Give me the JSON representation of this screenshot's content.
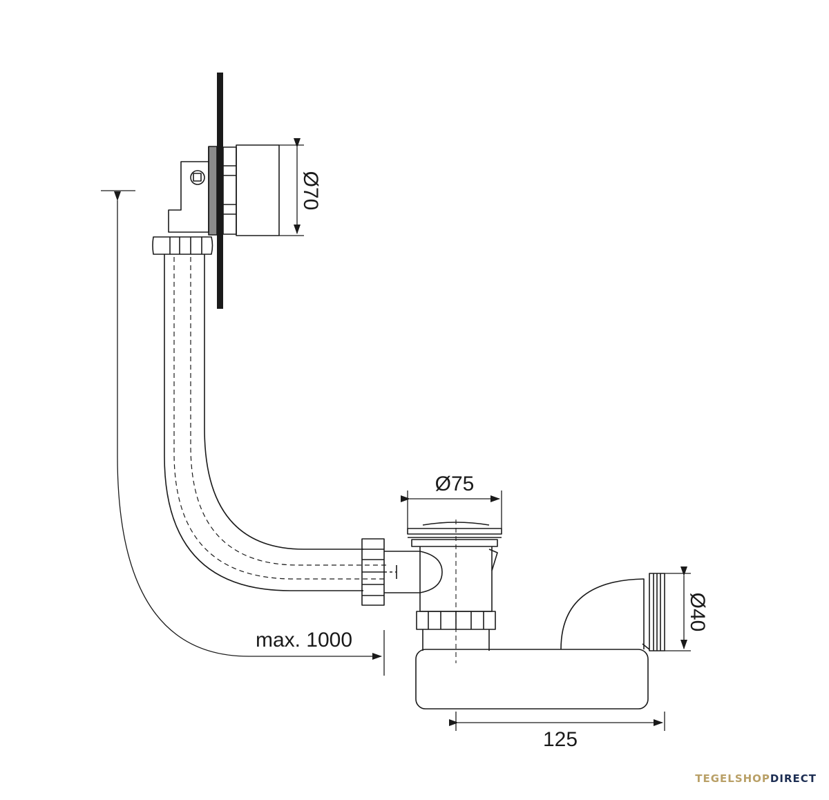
{
  "dimensions": {
    "overflow_diameter": "Ø70",
    "outlet_diameter": "Ø75",
    "drain_diameter": "Ø40",
    "max_length": "max. 1000",
    "trap_offset": "125"
  },
  "brand": {
    "part1": "TEGELSHOP",
    "part2": "DIRECT"
  },
  "colors": {
    "line": "#1a1a1a",
    "plate": "#1a1a1a",
    "brand_gold": "#b9a067",
    "brand_navy": "#1c2d52"
  }
}
